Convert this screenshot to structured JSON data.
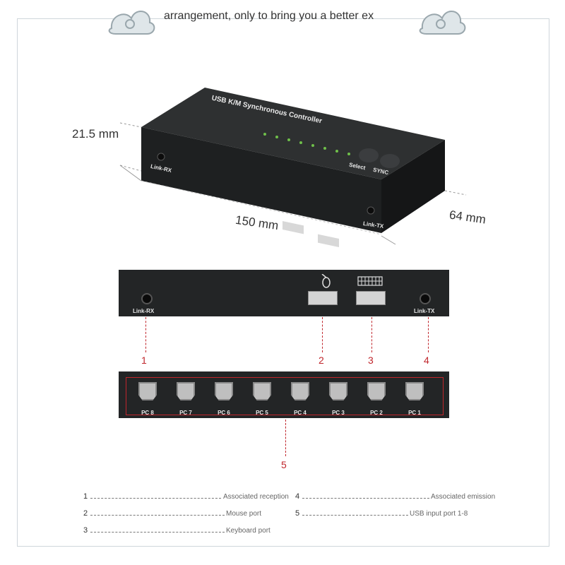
{
  "top_caption": "arrangement, only to bring you a better ex",
  "device": {
    "title": "USB K/M Synchronous Controller",
    "select_label": "Select",
    "sync_label": "SYNC",
    "link_rx": "Link-RX",
    "link_tx": "Link-TX"
  },
  "dimensions": {
    "height": "21.5 mm",
    "width": "150 mm",
    "depth": "64 mm"
  },
  "callouts": [
    "1",
    "2",
    "3",
    "4",
    "5"
  ],
  "ports": [
    "PC 8",
    "PC 7",
    "PC 6",
    "PC 5",
    "PC 4",
    "PC 3",
    "PC 2",
    "PC 1"
  ],
  "legend": [
    {
      "num": "1",
      "text": "Associated reception"
    },
    {
      "num": "2",
      "text": "Mouse port"
    },
    {
      "num": "3",
      "text": "Keyboard port"
    },
    {
      "num": "4",
      "text": "Associated emission"
    },
    {
      "num": "5",
      "text": "USB input port 1-8"
    }
  ],
  "colors": {
    "callout": "#c0262c",
    "device": "#262829",
    "led": "#6fbf4a"
  }
}
